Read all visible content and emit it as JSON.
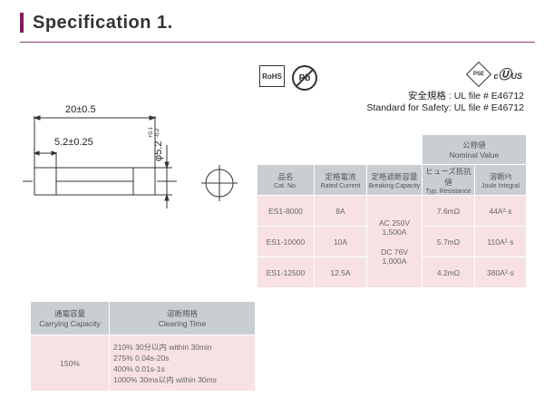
{
  "header": {
    "title": "Specification 1."
  },
  "drawing": {
    "length_dim": "20±0.5",
    "cap_dim": "5.2±0.25",
    "diameter_dim": "φ5.2",
    "diameter_tol_upper": "+0.1",
    "diameter_tol_lower": "-0.2"
  },
  "badges": {
    "rohs": "RoHS",
    "pb": "Pb"
  },
  "certs": {
    "pse": "PSE",
    "ul": "c",
    "ul_us": "US"
  },
  "safety": {
    "jp": "安全規格 : UL file # E46712",
    "en": "Standard for Safety: UL file # E46712"
  },
  "spec_table": {
    "nominal_jp": "公称値",
    "nominal_en": "Nominal Value",
    "headers": [
      {
        "jp": "品名",
        "en": "Cat. No."
      },
      {
        "jp": "定格電流",
        "en": "Rated Current"
      },
      {
        "jp": "定格遮断容量",
        "en": "Breaking Capacity"
      },
      {
        "jp": "ヒューズ抵抗値",
        "en": "Typ. Resistance"
      },
      {
        "jp": "溶断I²t",
        "en": "Joule Integral"
      }
    ],
    "breaking": [
      "AC 250V",
      "1,500A",
      "DC 76V",
      "1,000A"
    ],
    "rows": [
      {
        "cat": "ES1-8000",
        "rated": "8A",
        "resistance": "7.6mΩ",
        "joule": "44A²·s"
      },
      {
        "cat": "ES1-10000",
        "rated": "10A",
        "resistance": "5.7mΩ",
        "joule": "110A²·s"
      },
      {
        "cat": "ES1-12500",
        "rated": "12.5A",
        "resistance": "4.2mΩ",
        "joule": "380A²·s"
      }
    ]
  },
  "capacity_table": {
    "col1_jp": "通電容量",
    "col1_en": "Carrying Capacity",
    "col2_jp": "溶断規格",
    "col2_en": "Clearing Time",
    "capacity": "150%",
    "clearing": [
      "210% 30分以内 within 30min",
      "275% 0.04s-20s",
      "400% 0.01s-1s",
      "1000% 30ms以内 within 30ms"
    ]
  }
}
